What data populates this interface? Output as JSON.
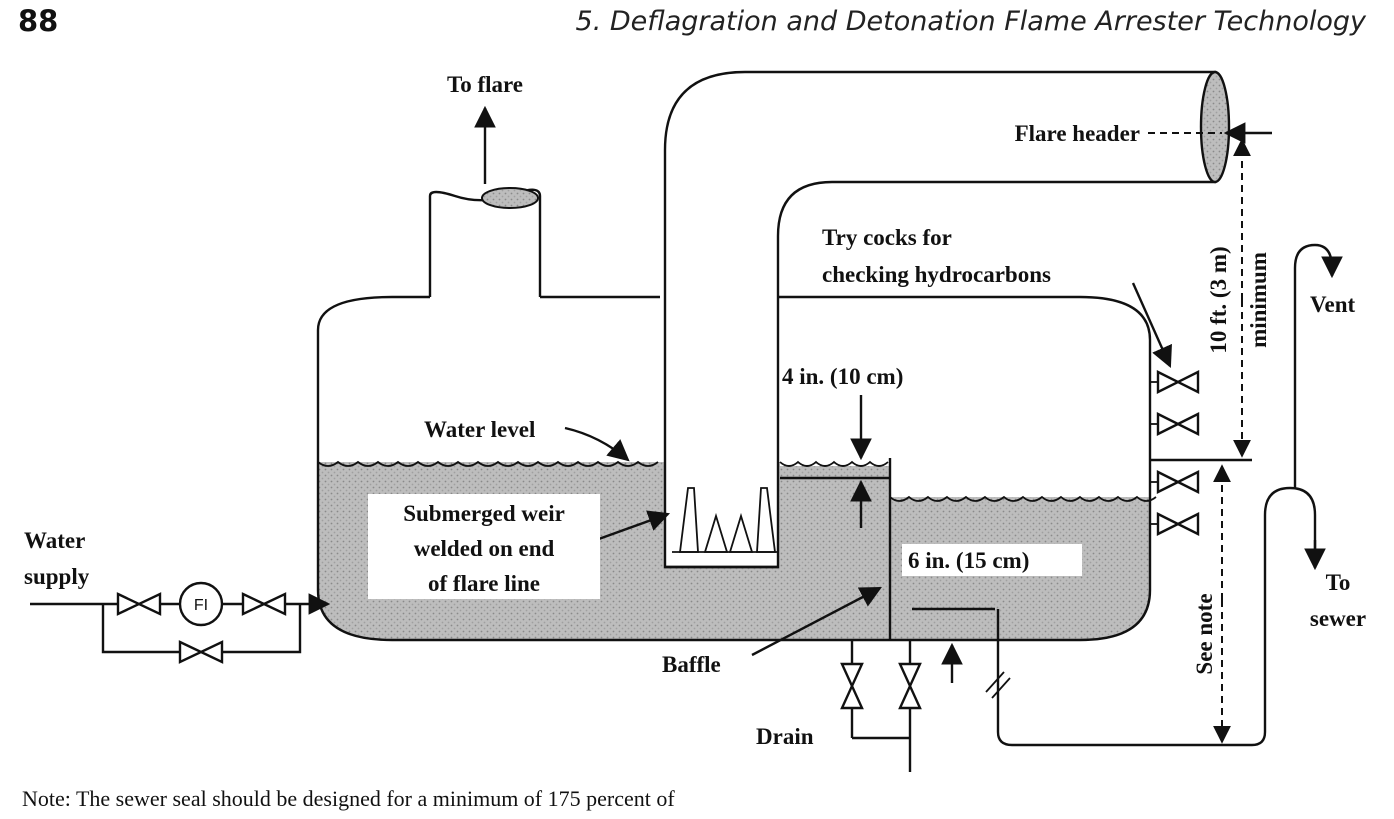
{
  "page": {
    "number": "88",
    "running_head": "5. Deflagration and Detonation Flame Arrester Technology"
  },
  "diagram": {
    "labels": {
      "to_flare": "To flare",
      "flare_header": "Flare header",
      "try_cocks_line1": "Try cocks for",
      "try_cocks_line2": "checking hydrocarbons",
      "vent": "Vent",
      "ten_ft_line1": "10 ft. (3 m)",
      "ten_ft_line2": "minimum",
      "four_in": "4 in. (10 cm)",
      "water_level": "Water level",
      "weir_line1": "Submerged weir",
      "weir_line2": "welded on end",
      "weir_line3": "of flare line",
      "water_supply_line1": "Water",
      "water_supply_line2": "supply",
      "fi": "FI",
      "six_in": "6 in. (15 cm)",
      "baffle": "Baffle",
      "drain": "Drain",
      "see_note": "See note",
      "to_sewer_line1": "To",
      "to_sewer_line2": "sewer"
    },
    "note": "Note: The sewer seal should be designed for a minimum of 175 percent of"
  },
  "colors": {
    "water": "#b9b9b9",
    "line": "#111111",
    "label_bg": "#ffffff"
  }
}
